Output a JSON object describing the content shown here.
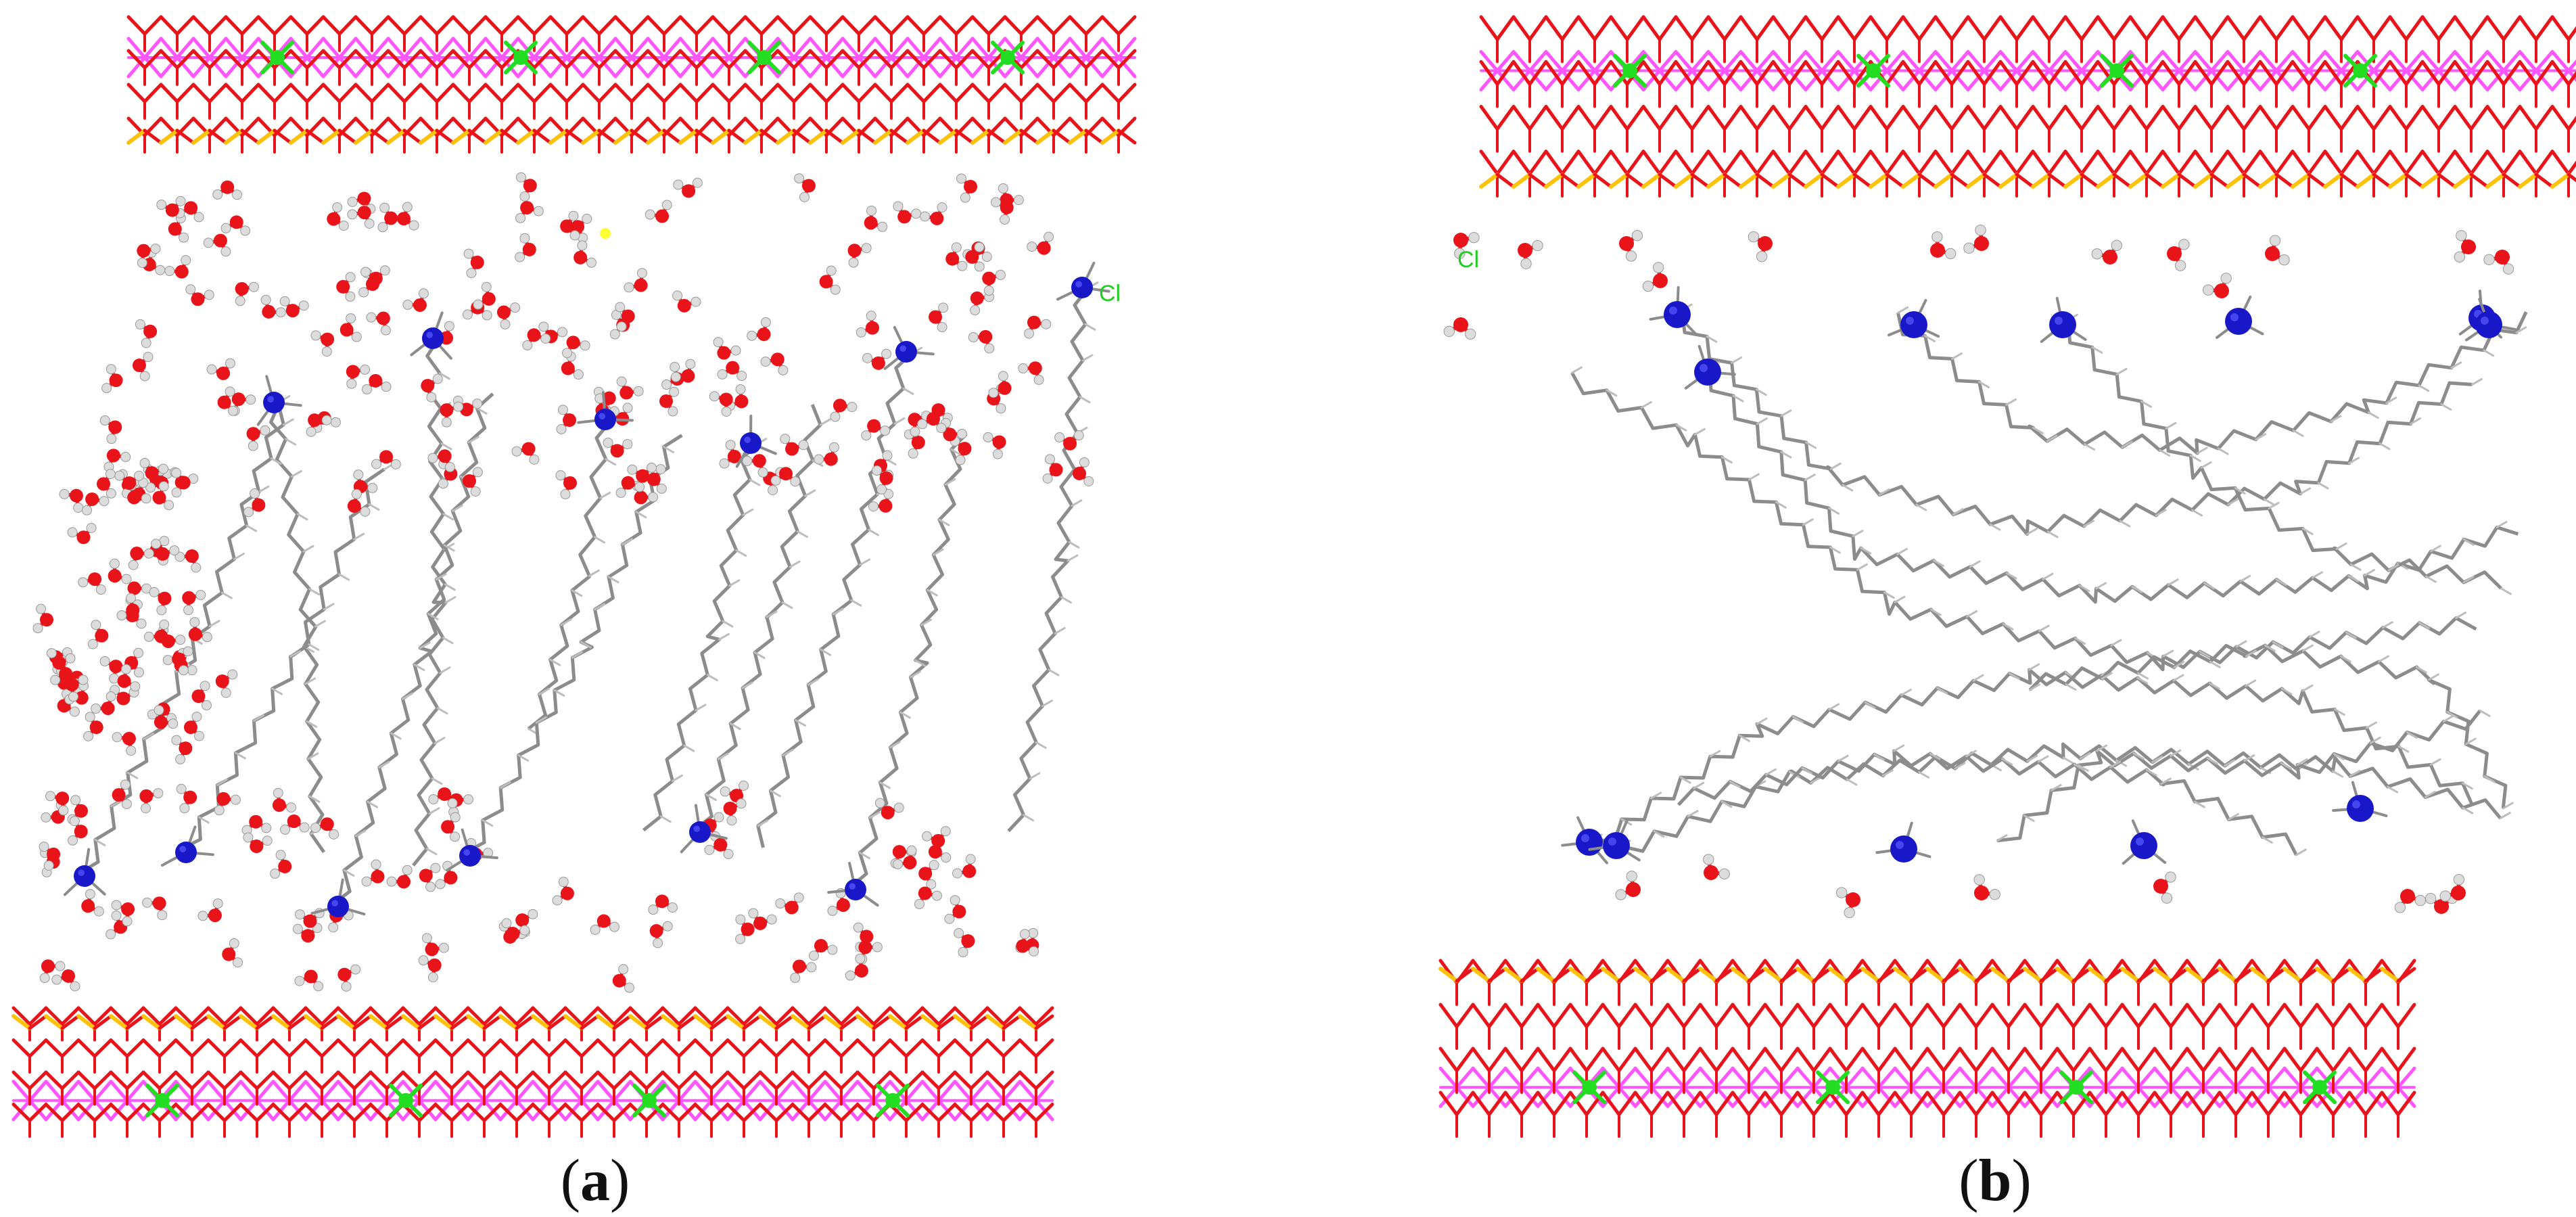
{
  "figure": {
    "panels": [
      {
        "id": "a",
        "caption_open": "(",
        "caption_letter": "a",
        "caption_close": ")"
      },
      {
        "id": "b",
        "caption_open": "(",
        "caption_letter": "b",
        "caption_close": ")"
      }
    ],
    "stray_labels": [
      "Cl",
      "Cl"
    ],
    "colors": {
      "oxygen": "#e8141a",
      "silicon": "#ffc20a",
      "aluminium": "#ff55ff",
      "magnesium": "#22dd22",
      "nitrogen": "#1818c8",
      "carbon": "#8c8c8c",
      "hydrogen": "#dcdcdc"
    }
  }
}
